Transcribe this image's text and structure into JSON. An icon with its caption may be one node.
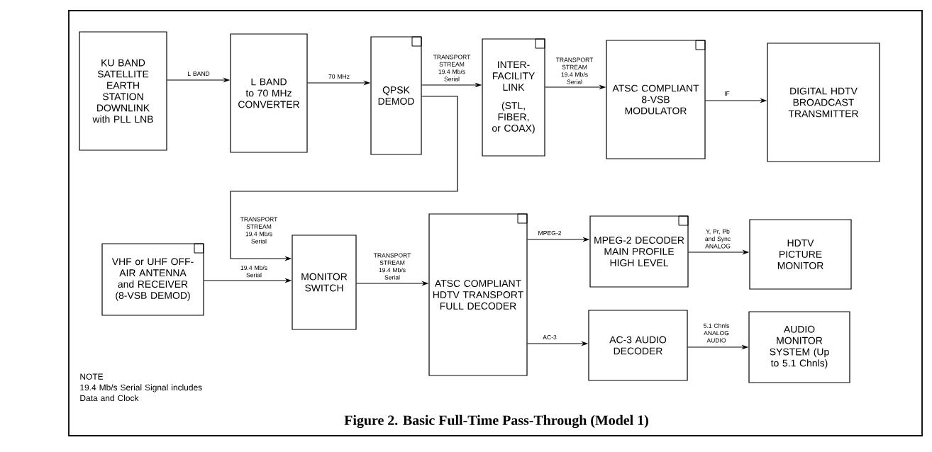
{
  "diagram": {
    "caption": "Figure 2. Basic Full-Time Pass-Through (Model 1)",
    "nodes": [
      {
        "text": [
          "KU BAND SATELLITE EARTH STATION DOWNLINK with PLL LNB"
        ]
      },
      {
        "text": [
          "L BAND to 70 MHz CONVERTER"
        ]
      },
      {
        "text": [
          "QPSK DEMOD"
        ]
      },
      {
        "text": [
          "INTER- FACILITY LINK",
          "(STL, FIBER, or COAX)"
        ]
      },
      {
        "text": [
          "ATSC COMPLIANT 8-VSB MODULATOR"
        ]
      },
      {
        "text": [
          "DIGITAL HDTV BROADCAST TRANSMITTER"
        ]
      },
      {
        "text": [
          "VHF or UHF OFF-AIR ANTENNA and RECEIVER (8-VSB DEMOD)"
        ]
      },
      {
        "text": [
          "MONITOR SWITCH"
        ]
      },
      {
        "text": [
          "ATSC COMPLIANT HDTV TRANSPORT FULL DECODER"
        ]
      },
      {
        "text": [
          "MPEG-2 DECODER MAIN PROFILE HIGH LEVEL"
        ]
      },
      {
        "text": [
          "HDTV PICTURE MONITOR"
        ]
      },
      {
        "text": [
          "AC-3 AUDIO DECODER"
        ]
      },
      {
        "text": [
          "AUDIO MONITOR SYSTEM (Up to 5.1 Chnls)"
        ]
      }
    ],
    "edges": [
      {
        "from": 0,
        "to": 1,
        "arrow": "to",
        "label": "L BAND"
      },
      {
        "from": 1,
        "to": 2,
        "arrow": "to",
        "label": "70 MHz"
      },
      {
        "from": 2,
        "to": 3,
        "arrow": "to",
        "label": "TRANSPORT STREAM 19.4 Mb/s Serial"
      },
      {
        "from": 3,
        "to": 4,
        "arrow": "to",
        "label": "TRANSPORT STREAM 19.4 Mb/s Serial"
      },
      {
        "from": 4,
        "to": 5,
        "arrow": "to",
        "label": "IF"
      },
      {
        "from": 2,
        "to": 7,
        "arrow": "to",
        "label": "TRANSPORT STREAM 19.4 Mb/s Serial"
      },
      {
        "from": 6,
        "to": 7,
        "arrow": "to",
        "label": "19.4 Mb/s Serial"
      },
      {
        "from": 7,
        "to": 8,
        "arrow": "to",
        "label": "TRANSPORT STREAM 19.4 Mb/s Serial"
      },
      {
        "from": 8,
        "to": 9,
        "arrow": "to",
        "label": "MPEG-2"
      },
      {
        "from": 9,
        "to": 10,
        "arrow": "to",
        "label": "Y, Pr, Pb and Sync ANALOG"
      },
      {
        "from": 8,
        "to": 11,
        "arrow": "to",
        "label": "AC-3"
      },
      {
        "from": 11,
        "to": 12,
        "arrow": "to",
        "label": "5.1 Chnls ANALOG AUDIO"
      }
    ],
    "labels": [
      "NOTE",
      "19.4 Mb/s Serial Signal includes Data and Clock"
    ]
  }
}
